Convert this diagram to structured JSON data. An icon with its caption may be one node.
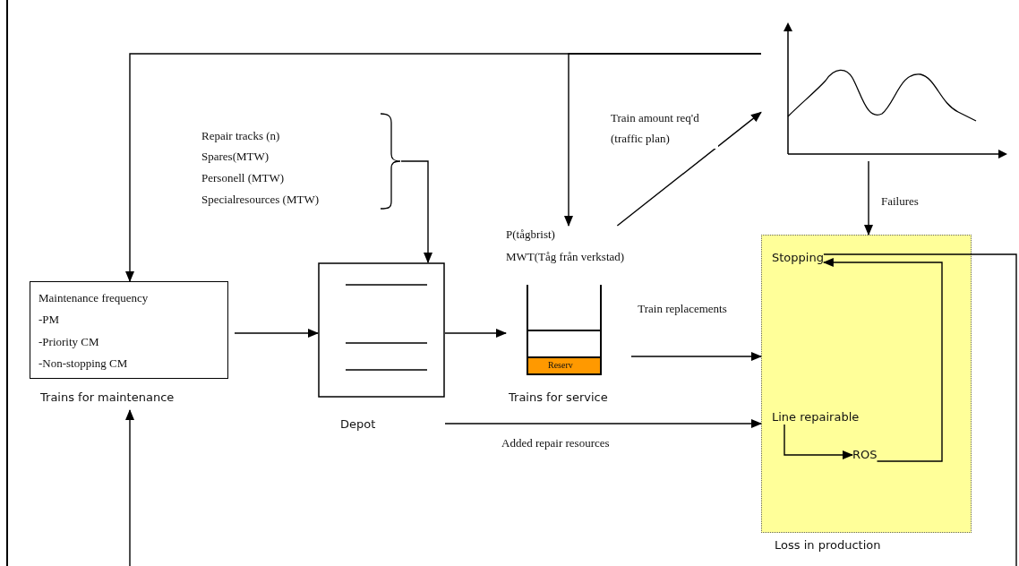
{
  "diagram": {
    "nodes": [
      {
        "text": [
          "Maintenance frequency",
          "-PM",
          "-Priority CM",
          "-Non-stopping CM"
        ],
        "beside": [
          "Trains for maintenance"
        ]
      },
      {
        "text": [
          "Repair tracks (n)",
          "Spares(MTW)",
          "Personell (MTW)",
          "Specialresources (MTW)"
        ]
      },
      {
        "text": [],
        "shape": "box",
        "beside": [
          "Depot"
        ]
      },
      {
        "text": [
          "Reserv"
        ],
        "beside": [
          "P(tågbrist)",
          "MWT(Tåg från verkstad)",
          "Trains for service"
        ]
      },
      {
        "text": [],
        "shape": "picture"
      },
      {
        "text": [
          "Loss in production"
        ]
      },
      {
        "text": [
          "Stopping"
        ],
        "in": 5
      },
      {
        "text": [
          "Line repairable"
        ],
        "in": 5
      },
      {
        "text": [
          "ROS"
        ],
        "in": 5
      }
    ],
    "edges": [
      {
        "from": 4,
        "to": 0,
        "arrow": "to"
      },
      {
        "from": 4,
        "to": 3,
        "arrow": "to"
      },
      {
        "from": null,
        "to": 0,
        "arrow": "to"
      },
      {
        "from": 6,
        "to": null,
        "arrow": "none"
      },
      {
        "from": 1,
        "to": 2,
        "arrow": "to"
      },
      {
        "from": 0,
        "to": 2,
        "arrow": "to"
      },
      {
        "from": 2,
        "to": 3,
        "arrow": "to"
      },
      {
        "from": 3,
        "to": 4,
        "arrow": "to",
        "label": "Train amount req'd (traffic plan)"
      },
      {
        "from": 3,
        "to": 5,
        "arrow": "to",
        "label": "Train replacements"
      },
      {
        "from": 2,
        "to": 5,
        "arrow": "to",
        "label": "Added repair resources"
      },
      {
        "from": 4,
        "to": 5,
        "arrow": "to",
        "label": "Failures"
      },
      {
        "from": 8,
        "to": 6,
        "arrow": "to"
      },
      {
        "from": 7,
        "to": 8,
        "arrow": "to"
      }
    ]
  }
}
